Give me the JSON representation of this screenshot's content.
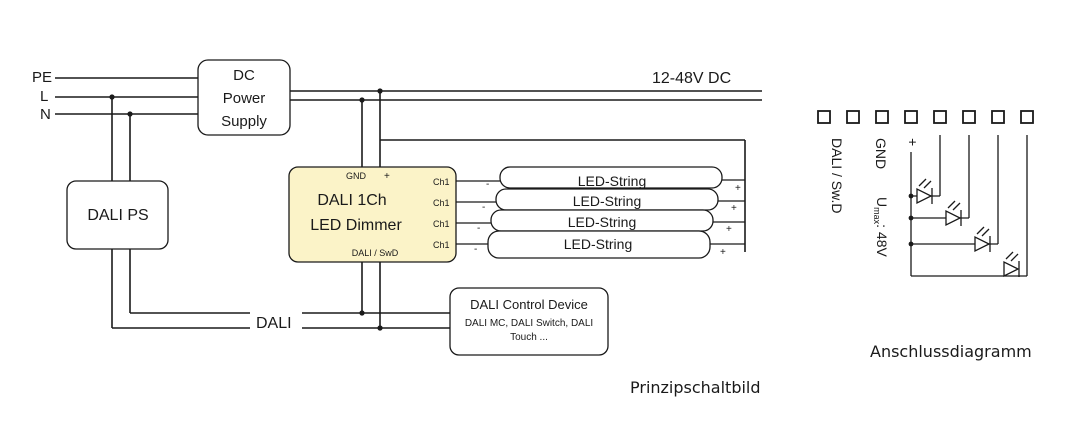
{
  "schematic": {
    "mains_labels": [
      "PE",
      "L",
      "N"
    ],
    "power_supply": [
      "DC",
      "Power",
      "Supply"
    ],
    "dc_bus_label": "12-48V DC",
    "dali_ps": "DALI PS",
    "dimmer": {
      "gnd": "GND",
      "plus": "+",
      "title_line1": "DALI 1Ch",
      "title_line2": "LED Dimmer",
      "channel_label": "Ch1",
      "bus_label": "DALI / SwD"
    },
    "led_strings": [
      "LED-String",
      "LED-String",
      "LED-String",
      "LED-String"
    ],
    "minus": "-",
    "plus": "+",
    "dali_bus_label": "DALI",
    "control_device": {
      "title": "DALI Control Device",
      "line2": "DALI MC, DALI Switch, DALI",
      "line3": "Touch ..."
    },
    "caption": "Prinzipschaltbild"
  },
  "connection": {
    "terminal_count": 8,
    "label_dali": "DALI / Sw.D",
    "label_gnd": "GND",
    "label_plus": "+",
    "label_umax": "U",
    "label_umax_sub": "max",
    "label_umax_value": ": 48V",
    "caption": "Anschlussdiagramm"
  }
}
